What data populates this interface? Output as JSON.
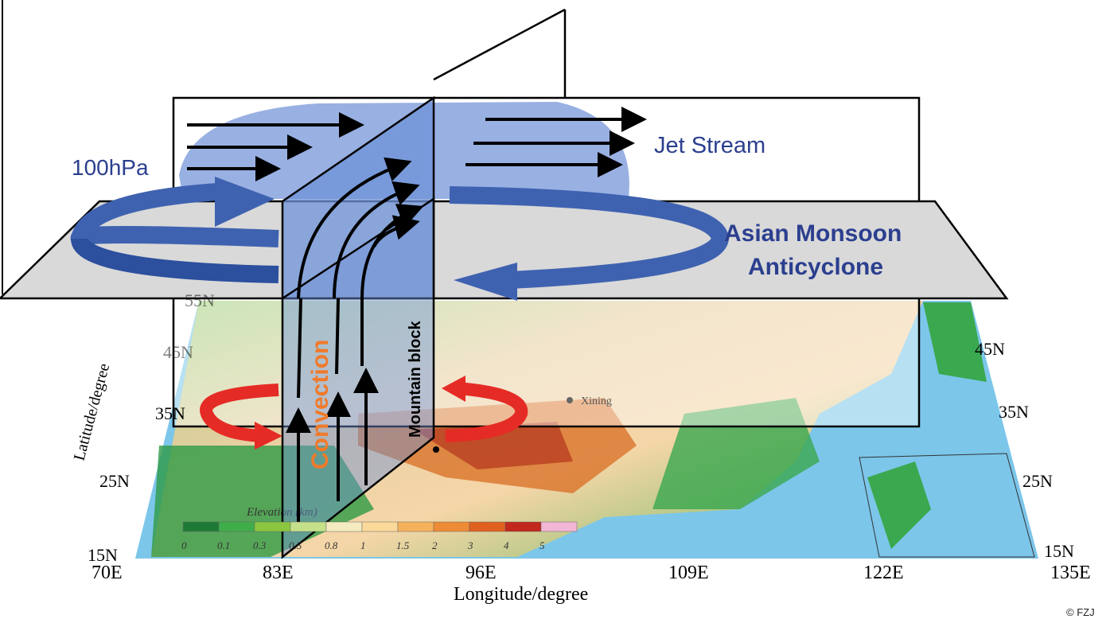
{
  "labels": {
    "pressure_level": "100hPa",
    "jet_stream": "Jet Stream",
    "anticyclone_line1": "Asian Monsoon",
    "anticyclone_line2": "Anticyclone",
    "convection": "Convection",
    "mountain_block": "Mountain block",
    "city": "Xining",
    "copyright": "© FZJ"
  },
  "map": {
    "x_axis_title": "Longitude/degree",
    "y_axis_title": "Latitude/degree",
    "x_ticks": [
      "70E",
      "83E",
      "96E",
      "109E",
      "122E",
      "135E"
    ],
    "y_ticks_left": [
      "15N",
      "25N",
      "35N",
      "45N",
      "55N"
    ],
    "y_ticks_right": [
      "15N",
      "25N",
      "35N",
      "45N"
    ],
    "colorbar_title": "Elevation (km)",
    "colorbar_ticks": [
      "0",
      "0.1",
      "0.3",
      "0.5",
      "0.8",
      "1",
      "1.5",
      "2",
      "3",
      "4",
      "5"
    ],
    "colorbar_colors": [
      "#1d7a35",
      "#3fae4a",
      "#8cc63f",
      "#c5e08a",
      "#f4ecc0",
      "#fbd99a",
      "#f6b25b",
      "#ee8b36",
      "#e0611f",
      "#c2271d",
      "#f2b6d6"
    ]
  },
  "colors": {
    "anticyclone_blue": "#3f62b0",
    "convection_orange": "#f07a2a",
    "red_arrow": "#e52b25",
    "text_blue": "#2b3f8f"
  }
}
